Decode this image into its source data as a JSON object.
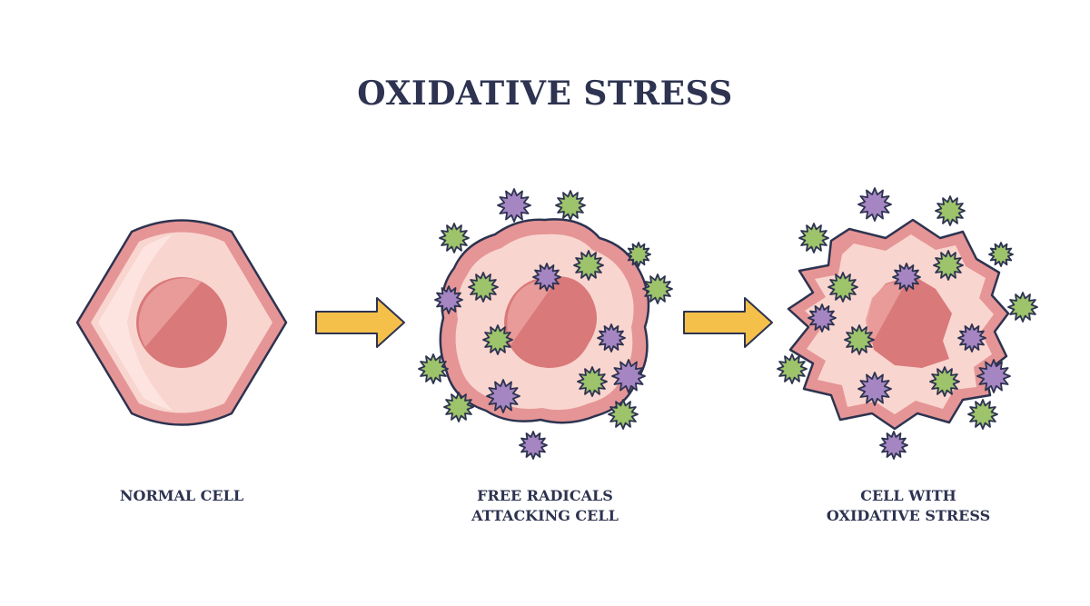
{
  "title": "OXIDATIVE STRESS",
  "stages": [
    {
      "caption_lines": [
        "NORMAL CELL"
      ]
    },
    {
      "caption_lines": [
        "FREE RADICALS",
        "ATTACKING CELL"
      ]
    },
    {
      "caption_lines": [
        "CELL WITH",
        "OXIDATIVE STRESS"
      ]
    }
  ],
  "colors": {
    "outline": "#2d3350",
    "membrane": "#e59596",
    "cytoplasm": "#f9d5cf",
    "nucleus": "#d9797a",
    "arrow": "#f5c04a",
    "radical_green": "#9dc36b",
    "radical_purple": "#a585c2"
  },
  "icons": [
    "arrow-right-icon",
    "free-radical-icon"
  ]
}
